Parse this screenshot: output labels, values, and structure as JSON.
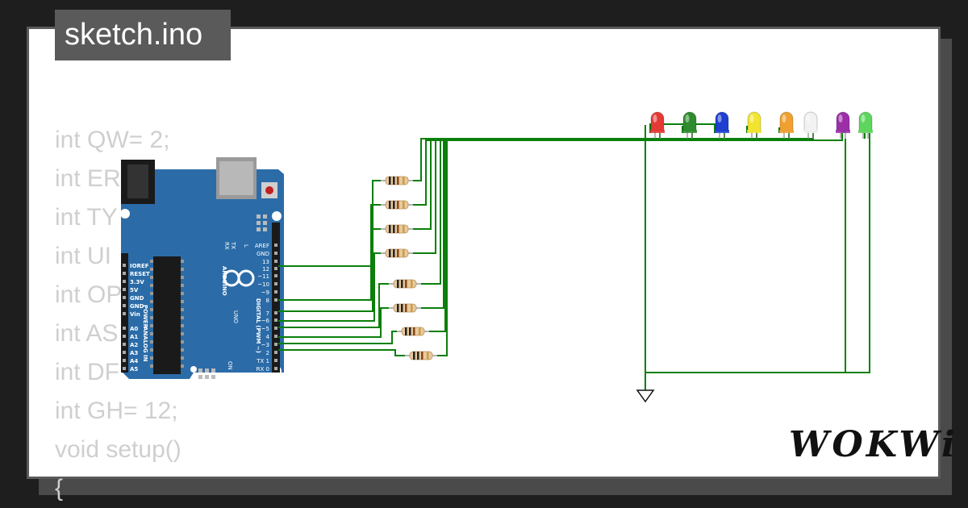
{
  "header": {
    "title": "sketch.ino"
  },
  "code_lines": [
    "int QW= 2;",
    "int ER",
    "int TY",
    "int UI",
    "int OP",
    "int AS",
    "int DF",
    "int GH= 12;",
    "void setup()",
    "{"
  ],
  "board": {
    "brand": "ARDUINO",
    "model": "UNO",
    "digital_label": "DIGITAL (PWM ~)",
    "power_label": "POWER",
    "analog_label": "ANALOG IN",
    "on_label": "ON",
    "tx_label": "TX",
    "rx_label": "RX",
    "l_label": "L",
    "right_pins": [
      "AREF",
      "GND",
      "13",
      "12",
      "~11",
      "~10",
      "~9",
      "8",
      "7",
      "~6",
      "~5",
      "4",
      "~3",
      "2",
      "TX 1",
      "RX 0"
    ],
    "left_pins": [
      "IOREF",
      "RESET",
      "3.3V",
      "5V",
      "GND",
      "GND",
      "Vin",
      "A0",
      "A1",
      "A2",
      "A3",
      "A4",
      "A5"
    ]
  },
  "leds": [
    {
      "color": "#e53935",
      "name": "red"
    },
    {
      "color": "#2e8b2e",
      "name": "green"
    },
    {
      "color": "#1e3fd0",
      "name": "blue"
    },
    {
      "color": "#f2e530",
      "name": "yellow"
    },
    {
      "color": "#f0a030",
      "name": "orange"
    },
    {
      "color": "#f2f2f2",
      "name": "white"
    },
    {
      "color": "#9c2fa8",
      "name": "purple"
    },
    {
      "color": "#5cd65c",
      "name": "light-green"
    }
  ],
  "colors": {
    "wire": "#0a7f0a",
    "board": "#2b6ca8"
  },
  "brand": {
    "logo_text": "WOKWi"
  }
}
